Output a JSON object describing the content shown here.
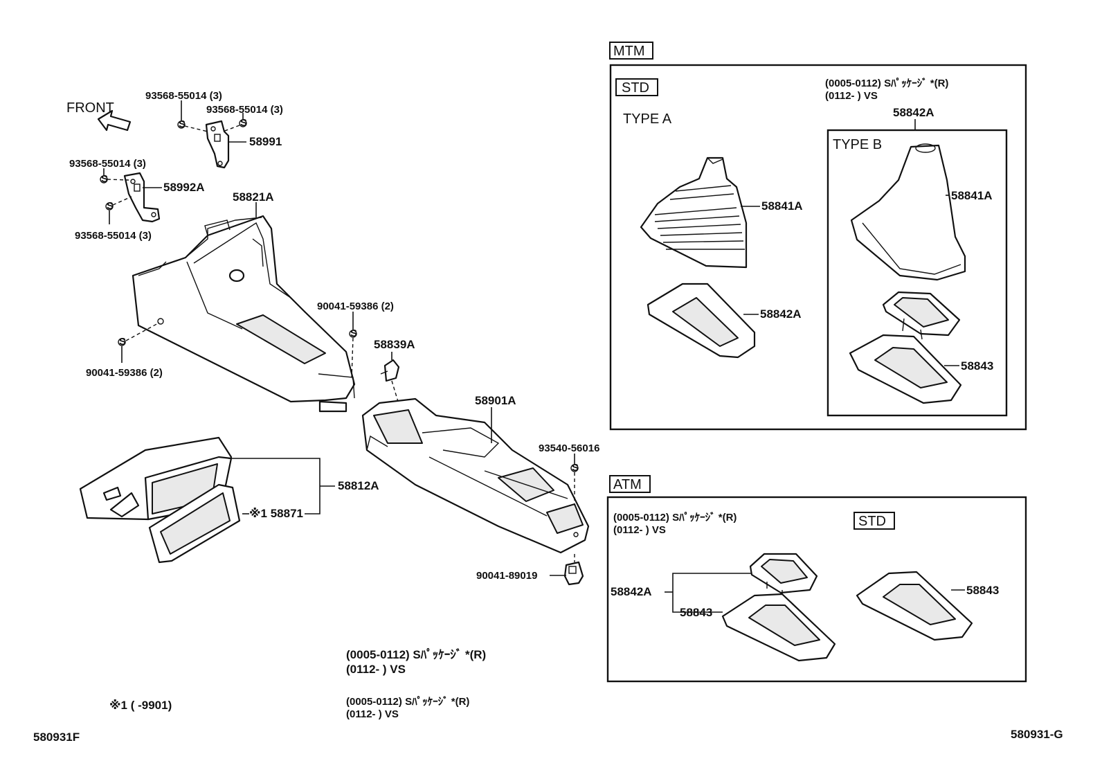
{
  "front_label": "FRONT",
  "main_labels": {
    "bolt_top_left": "93568-55014 (3)",
    "bolt_top_right": "93568-55014 (3)",
    "bracket_58991": "58991",
    "bolt_mid_left": "93568-55014 (3)",
    "bracket_58992a": "58992A",
    "bolt_lower_left": "93568-55014 (3)",
    "console_58821a": "58821A",
    "screw_right": "90041-59386 (2)",
    "screw_left": "90041-59386 (2)",
    "clip_58839a": "58839A",
    "console_58901a": "58901A",
    "screw_93540": "93540-56016",
    "box_58812a": "58812A",
    "note_mark_58871": "※1 58871",
    "clip_90041": "90041-89019"
  },
  "mtm": {
    "tag": "MTM",
    "std_tag": "STD",
    "type_a_title": "TYPE A",
    "note_line1": "(0005-0112)  Sﾊﾟｯｹｰｼﾞ  *(R)",
    "note_line2": "(0112-       )  VS",
    "type_b_header_part": "58842A",
    "type_b_title": "TYPE B",
    "type_a_boot": "58841A",
    "type_a_bezel": "58842A",
    "type_b_boot": "58841A",
    "type_b_plate": "58843"
  },
  "atm": {
    "tag": "ATM",
    "std_tag": "STD",
    "note_line1": "(0005-0112)  Sﾊﾟｯｹｰｼﾞ  *(R)",
    "note_line2": "(0112-       )  VS",
    "bezel": "58842A",
    "plate_left": "58843",
    "plate_right": "58843"
  },
  "bottom_notes": {
    "note1_line1": "(0005-0112)  Sﾊﾟｯｹｰｼﾞ  *(R)",
    "note1_line2": "(0112-       )  VS",
    "note2_line1": "(0005-0112)  Sﾊﾟｯｹｰｼﾞ  *(R)",
    "note2_line2": "(0112-       )  VS",
    "footnote": "※1  (        -9901)"
  },
  "codes": {
    "left": "580931F",
    "right": "580931-G"
  }
}
